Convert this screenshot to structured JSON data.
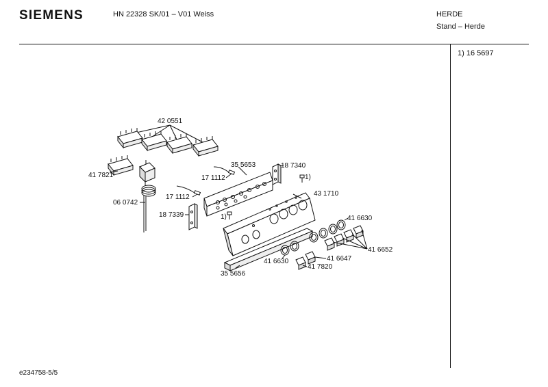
{
  "header": {
    "brand": "SIEMENS",
    "model": "HN 22328 SK/01 – V01 Weiss",
    "category": "HERDE",
    "subcategory": "Stand – Herde"
  },
  "sidebar_note": "1)  16 5697",
  "footer": "e234758-5/5",
  "parts": [
    {
      "id": "420551",
      "label": "42 0551"
    },
    {
      "id": "417821",
      "label": "41 7821"
    },
    {
      "id": "060742",
      "label": "06 0742"
    },
    {
      "id": "355653",
      "label": "35 5653"
    },
    {
      "id": "187340",
      "label": "18 7340"
    },
    {
      "id": "171112a",
      "label": "17 1112"
    },
    {
      "id": "171112b",
      "label": "17 1112"
    },
    {
      "id": "note1a",
      "label": "1)"
    },
    {
      "id": "431710",
      "label": "43 1710"
    },
    {
      "id": "187339",
      "label": "18 7339"
    },
    {
      "id": "note1b",
      "label": "1)"
    },
    {
      "id": "416630a",
      "label": "41 6630"
    },
    {
      "id": "416652",
      "label": "41 6652"
    },
    {
      "id": "416647",
      "label": "41 6647"
    },
    {
      "id": "416630b",
      "label": "41 6630"
    },
    {
      "id": "417820",
      "label": "41 7820"
    },
    {
      "id": "355656",
      "label": "35 5656"
    }
  ]
}
